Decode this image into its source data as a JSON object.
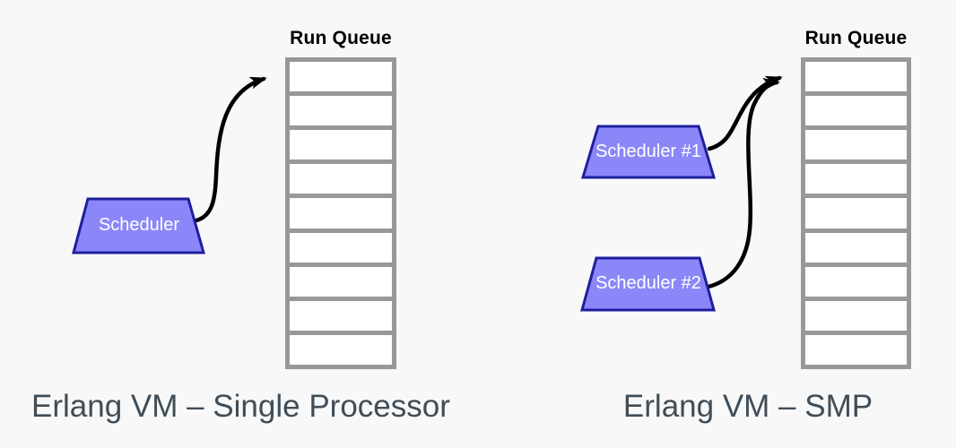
{
  "colors": {
    "background": "#f8f8f8",
    "scheduler_fill": "#8b87f8",
    "scheduler_border": "#1f1f9e",
    "scheduler_text": "#ffffff",
    "queue_border": "#989898",
    "slot_fill": "#ffffff",
    "arrow": "#000000",
    "label": "#000000",
    "caption": "#3f4d58"
  },
  "left_diagram": {
    "queue_label": "Run Queue",
    "queue_slots": 9,
    "schedulers": [
      {
        "label": "Scheduler"
      }
    ],
    "caption": "Erlang VM – Single Processor"
  },
  "right_diagram": {
    "queue_label": "Run Queue",
    "queue_slots": 9,
    "schedulers": [
      {
        "label": "Scheduler #1"
      },
      {
        "label": "Scheduler #2"
      }
    ],
    "caption": "Erlang VM – SMP"
  }
}
